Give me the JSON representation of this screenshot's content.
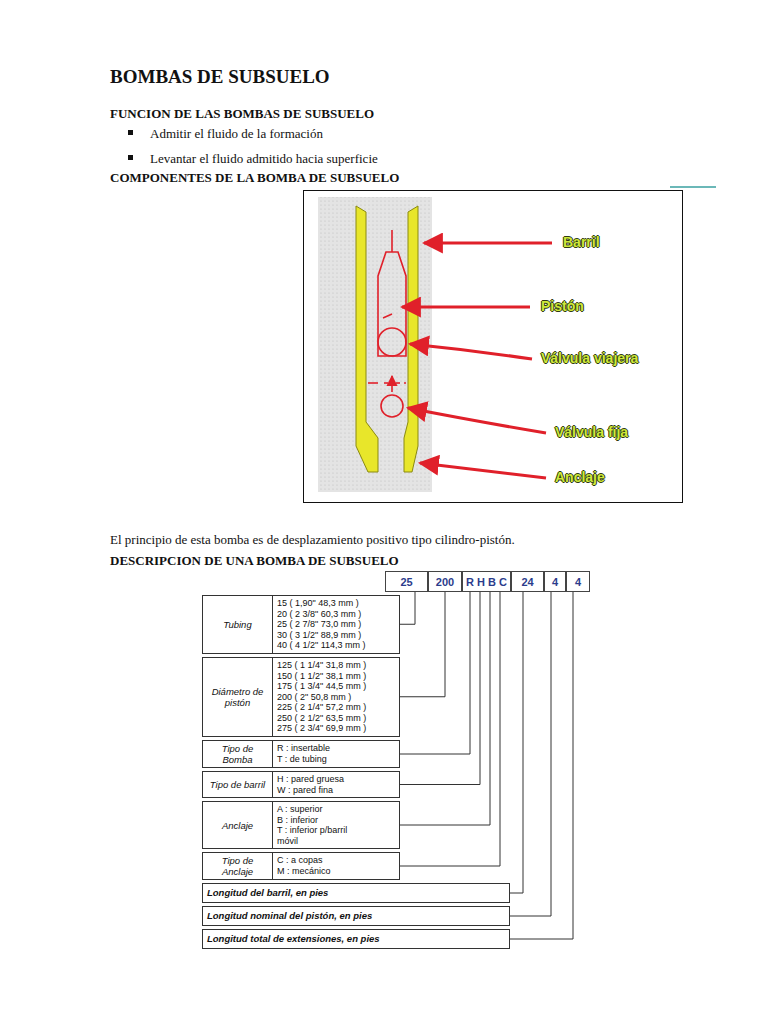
{
  "diagram": {
    "title": "BOMBAS DE SUBSUELO",
    "nodes": [
      {
        "text": [
          "25"
        ]
      },
      {
        "text": [
          "200"
        ]
      },
      {
        "text": [
          "R H B C"
        ]
      },
      {
        "text": [
          "24"
        ]
      },
      {
        "text": [
          "4"
        ]
      },
      {
        "text": [
          "4"
        ]
      },
      {
        "text": [
          "Tubing",
          "15 ( 1,90\" 48,3 mm )",
          "20 ( 2 3/8\" 60,3 mm )",
          "25 ( 2 7/8\" 73,0 mm )",
          "30 ( 3 1/2\" 88,9 mm )",
          "40 ( 4 1/2\" 114,3 mm )"
        ]
      },
      {
        "text": [
          "Diámetro de pistón",
          "125 ( 1 1/4\" 31,8 mm )",
          "150 ( 1 1/2\" 38,1 mm )",
          "175 ( 1 3/4\" 44,5 mm )",
          "200 ( 2\" 50,8 mm )",
          "225 ( 2 1/4\" 57,2 mm )",
          "250 ( 2 1/2\" 63,5 mm )",
          "275 ( 2 3/4\" 69,9 mm )"
        ]
      },
      {
        "text": [
          "Tipo de Bomba",
          "R : insertable",
          "T : de tubing"
        ]
      },
      {
        "text": [
          "Tipo de barril",
          "H : pared gruesa",
          "W : pared fina"
        ]
      },
      {
        "text": [
          "Anclaje",
          "A : superior",
          "B : inferior",
          "T : inferior p/barril móvil"
        ]
      },
      {
        "text": [
          "Tipo de Anclaje",
          "C : a copas",
          "M : mecánico"
        ]
      },
      {
        "text": [
          "Longitud del barril, en pies"
        ]
      },
      {
        "text": [
          "Longitud nominal del pistón, en pies"
        ]
      },
      {
        "text": [
          "Longitud total de extensiones, en pies"
        ]
      }
    ],
    "edges": [
      {
        "from": 0,
        "to": 6,
        "arrow": "none"
      },
      {
        "from": 1,
        "to": 7,
        "arrow": "none"
      },
      {
        "from": 2,
        "to": 8,
        "arrow": "none"
      },
      {
        "from": 2,
        "to": 9,
        "arrow": "none"
      },
      {
        "from": 2,
        "to": 10,
        "arrow": "none"
      },
      {
        "from": 2,
        "to": 11,
        "arrow": "none"
      },
      {
        "from": 3,
        "to": 12,
        "arrow": "none"
      },
      {
        "from": 4,
        "to": 13,
        "arrow": "none"
      },
      {
        "from": 5,
        "to": 14,
        "arrow": "none"
      }
    ],
    "labels": [
      "FUNCION DE LAS BOMBAS DE SUBSUELO",
      "Admitir el fluido de la formación",
      "Levantar el fluido admitido hacia superficie",
      "COMPONENTES DE LA BOMBA DE SUBSUELO",
      "Barril",
      "Pistón",
      "Válvula viajera",
      "Válvula fija",
      "Anclaje",
      "El principio de esta bomba es de desplazamiento positivo tipo cilindro-pistón.",
      "DESCRIPCION DE UNA BOMBA DE SUBSUELO"
    ]
  }
}
